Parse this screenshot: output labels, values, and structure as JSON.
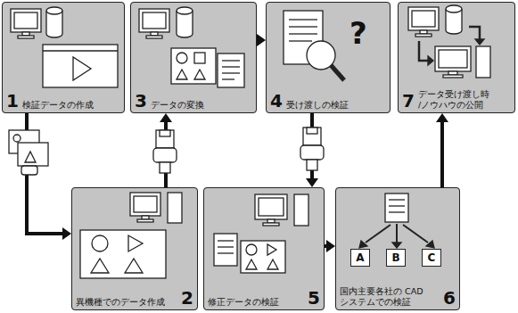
{
  "diagram": {
    "nodes": [
      {
        "text": [
          "1",
          "検証データの作成"
        ]
      },
      {
        "text": [
          "3",
          "データの変換"
        ]
      },
      {
        "text": [
          "4",
          "受け渡しの検証"
        ]
      },
      {
        "text": [
          "7",
          "データ受け渡し時 /ノウハウの公開"
        ]
      },
      {
        "text": [
          "異機種でのデータ作成",
          "2"
        ]
      },
      {
        "text": [
          "修正データの検証",
          "5"
        ]
      },
      {
        "text": [
          "国内主要各社の CADシステムでの検証",
          "6"
        ]
      },
      {
        "text": [
          "A"
        ],
        "in": 6
      },
      {
        "text": [
          "B"
        ],
        "in": 6
      },
      {
        "text": [
          "C"
        ],
        "in": 6
      }
    ],
    "edges": [
      {
        "from": 0,
        "to": 4,
        "arrow": "to"
      },
      {
        "from": 4,
        "to": 1,
        "arrow": "to"
      },
      {
        "from": 1,
        "to": 2,
        "arrow": "to"
      },
      {
        "from": 2,
        "to": 5,
        "arrow": "to"
      },
      {
        "from": 5,
        "to": 6,
        "arrow": "to"
      },
      {
        "from": 6,
        "to": 3,
        "arrow": "to"
      }
    ],
    "labels": [
      "?"
    ]
  }
}
